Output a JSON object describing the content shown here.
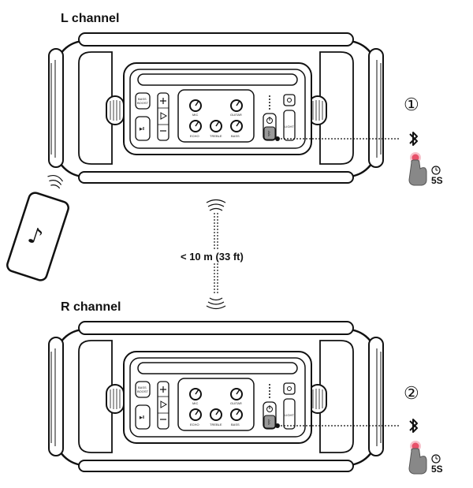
{
  "diagram": {
    "l_channel_label": "L channel",
    "r_channel_label": "R channel",
    "distance_label": "< 10 m (33 ft)",
    "step1": "①",
    "step2": "②",
    "hold_time_label": "5S",
    "panel_labels": {
      "bass_boost": "BASS BOOST",
      "mic": "MIC",
      "guitar": "GUITAR",
      "echo": "ECHO",
      "treble": "TREBLE",
      "bass": "BASS",
      "light": "LIGHT"
    },
    "icons": {
      "phone": "music-phone-icon",
      "bluetooth": "bluetooth-icon",
      "press": "finger-press-icon",
      "timer": "clock-icon",
      "signal": "wireless-signal-icon"
    }
  }
}
